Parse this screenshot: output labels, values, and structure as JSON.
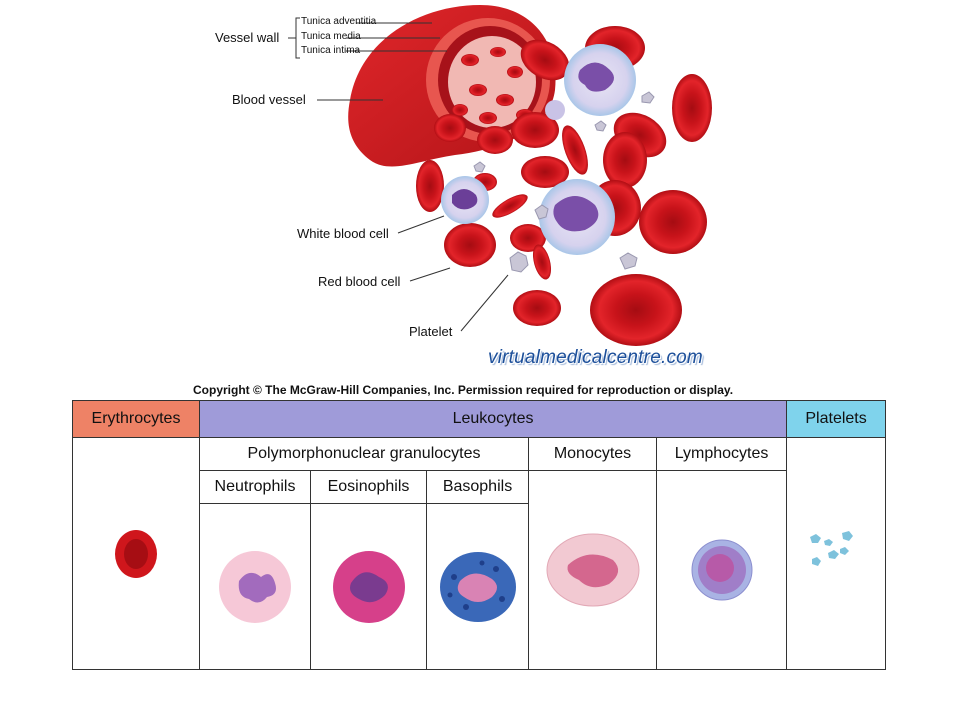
{
  "labels": {
    "vessel_wall": "Vessel wall",
    "tunica_adventitia": "Tunica adventitia",
    "tunica_media": "Tunica media",
    "tunica_intima": "Tunica intima",
    "blood_vessel": "Blood vessel",
    "white_blood_cell": "White blood cell",
    "red_blood_cell": "Red blood cell",
    "platelet": "Platelet"
  },
  "watermark": "virtualmedicalcentre.com",
  "copyright": "Copyright © The McGraw-Hill Companies, Inc. Permission required for reproduction or display.",
  "table": {
    "erythrocytes": "Erythrocytes",
    "leukocytes": "Leukocytes",
    "platelets": "Platelets",
    "granulocytes": "Polymorphonuclear granulocytes",
    "monocytes": "Monocytes",
    "lymphocytes": "Lymphocytes",
    "neutrophils": "Neutrophils",
    "eosinophils": "Eosinophils",
    "basophils": "Basophils"
  },
  "colors": {
    "erythrocytes_header": "#ee8266",
    "leukocytes_header": "#9f9bd9",
    "platelets_header": "#7fd3ec",
    "red_cell": "#d0141a",
    "watermark": "#1c4f9a"
  }
}
